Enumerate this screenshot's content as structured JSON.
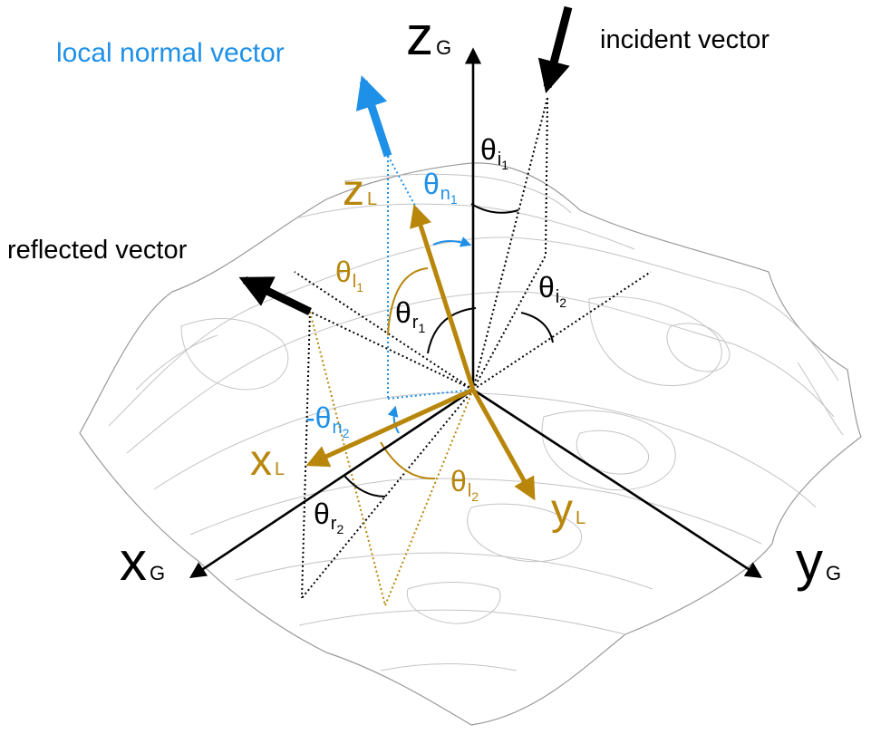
{
  "colors": {
    "black": "#000000",
    "gold": "#b8860b",
    "blue": "#1e90e8",
    "surface": "#c4c4c4"
  },
  "labels": {
    "local_normal": "local normal vector",
    "incident": "incident vector",
    "reflected": "reflected vector"
  },
  "axes": {
    "zG": {
      "main": "z",
      "sub": "G"
    },
    "xG": {
      "main": "x",
      "sub": "G"
    },
    "yG": {
      "main": "y",
      "sub": "G"
    },
    "zL": {
      "main": "z",
      "sub": "L"
    },
    "xL": {
      "main": "x",
      "sub": "L"
    },
    "yL": {
      "main": "y",
      "sub": "L"
    }
  },
  "angles": {
    "theta": "θ",
    "minus_theta": "-θ",
    "i1": {
      "sub": "i",
      "subsub": "1"
    },
    "i2": {
      "sub": "i",
      "subsub": "2"
    },
    "n1": {
      "sub": "n",
      "subsub": "1"
    },
    "n2": {
      "sub": "n",
      "subsub": "2"
    },
    "r1": {
      "sub": "r",
      "subsub": "1"
    },
    "r2": {
      "sub": "r",
      "subsub": "2"
    },
    "l1": {
      "sub": "l",
      "subsub": "1"
    },
    "l2": {
      "sub": "l",
      "subsub": "2"
    }
  }
}
